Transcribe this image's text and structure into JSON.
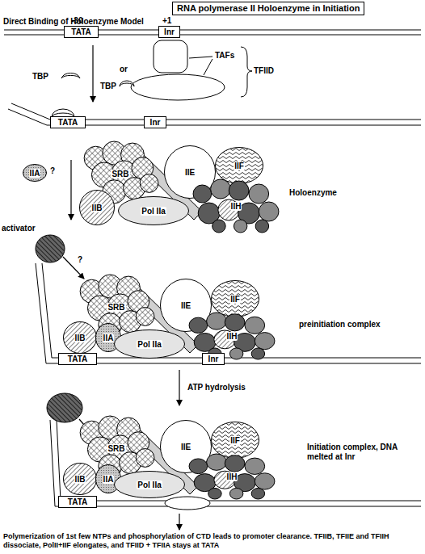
{
  "diagram": {
    "title": "RNA polymerase II Holoenzyme in Initiation",
    "caption": "Polymerization of 1st few NTPs and phosphorylation of CTD leads to promoter clearance. TFIIB, TFIIE and TFIIH dissociate, PolII+IIF elongates, and TFIID + TFIIA stays at TATA",
    "nodes": [
      {
        "text": [
          "TATA"
        ]
      },
      {
        "text": [
          "Inr"
        ]
      },
      {
        "text": [
          "TATA"
        ]
      },
      {
        "text": [
          "Inr"
        ]
      },
      {
        "text": [
          "IIA"
        ]
      },
      {
        "text": [
          "SRB"
        ]
      },
      {
        "text": [
          "IIE"
        ]
      },
      {
        "text": [
          "IIF"
        ]
      },
      {
        "text": [
          "IIB"
        ]
      },
      {
        "text": [
          "Pol IIa"
        ]
      },
      {
        "text": [
          "IIH"
        ]
      },
      {
        "text": [
          "SRB"
        ]
      },
      {
        "text": [
          "IIE"
        ]
      },
      {
        "text": [
          "IIF"
        ]
      },
      {
        "text": [
          "IIB"
        ]
      },
      {
        "text": [
          "IIA"
        ]
      },
      {
        "text": [
          "Pol IIa"
        ]
      },
      {
        "text": [
          "IIH"
        ]
      },
      {
        "text": [
          "TATA"
        ]
      },
      {
        "text": [
          "Inr"
        ]
      },
      {
        "text": [
          "SRB"
        ]
      },
      {
        "text": [
          "IIE"
        ]
      },
      {
        "text": [
          "IIF"
        ]
      },
      {
        "text": [
          "IIB"
        ]
      },
      {
        "text": [
          "IIA"
        ]
      },
      {
        "text": [
          "Pol IIa"
        ]
      },
      {
        "text": [
          "IIH"
        ]
      },
      {
        "text": [
          "TATA"
        ]
      }
    ],
    "labels": [
      "Direct Binding of Holoenzyme Model",
      "-30",
      "+1",
      "TBP",
      "or",
      "TAFs",
      "TBP",
      "TFIID",
      "?",
      "Holoenzyme",
      "activator",
      "?",
      "preinitiation complex",
      "ATP hydrolysis",
      "Initiation complex, DNA melted at Inr"
    ]
  }
}
